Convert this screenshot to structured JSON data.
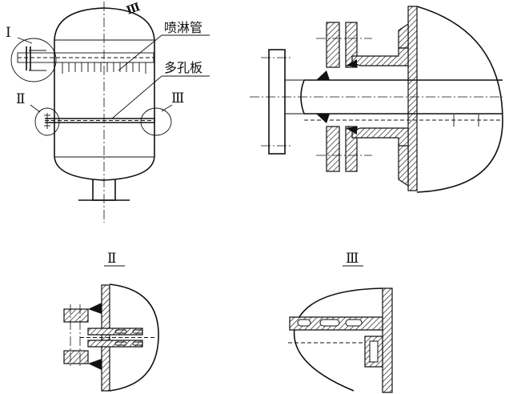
{
  "labels": {
    "detail_one": "I",
    "detail_two": "Ⅱ",
    "detail_three": "Ⅲ",
    "vessel_mark": "Ⅲ",
    "spray_pipe": "喷淋管",
    "perforated_plate": "多孔板",
    "caption_two": "Ⅱ",
    "caption_three": "Ⅲ"
  }
}
